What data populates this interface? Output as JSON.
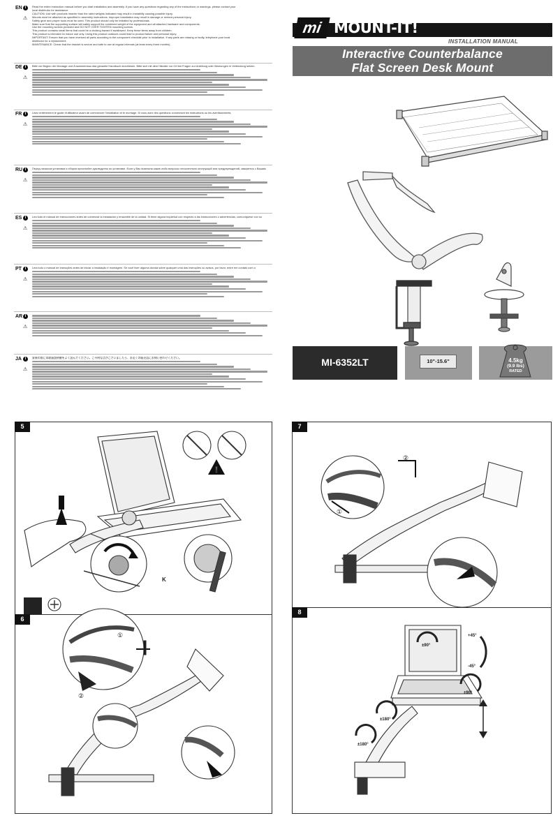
{
  "header": {
    "logo_mark": "mi",
    "brand": "MOUNT-IT!",
    "manual_label": "INSTALLATION MANUAL",
    "title_line1": "Interactive Counterbalance",
    "title_line2": "Flat Screen Desk Mount"
  },
  "product": {
    "model": "MI-6352LT",
    "screen_size": "10\"-15.6\"",
    "weight_kg": "4.5kg",
    "weight_lb": "(9.9 lbs)",
    "weight_rated": "RATED"
  },
  "languages": [
    {
      "code": "EN",
      "lines": [
        "Read the entire instruction manual before you start installation and assembly. If you have any questions regarding any of the instructions or warnings, please contact your",
        "local distributor for assistance.",
        "CAUTION: Use with products heavier than the rated weights indicated may result in instability causing possible injury.",
        "Mounts must be attached as specified in assembly instructions. Improper installation may result in damage or serious personal injury.",
        "Safety gear and proper tools must be used. This product should only be installed by professionals.",
        "Make sure that the supporting surface will safely support the combined weight of the equipment and all attached hardware and components.",
        "Use the mounting screws provided and DO NOT OVER TIGHTEN mounting screws.",
        "This product contains small items that could be a choking hazard if swallowed. Keep these items away from children.",
        "This product is intended for indoor use only. Using this product outdoors could lead to product failure and personal injury.",
        "IMPORTANT: Ensure that you have received all parts according to the component checklist prior to installation. If any parts are missing or faulty, telephone your local",
        "distributor for a replacement.",
        "MAINTENANCE: Check that the bracket is secure and safe to use at regular intervals (at least every three months)."
      ]
    },
    {
      "code": "DE",
      "lines": [
        "Bitte vor Beginn der Montage und Zusammenbau das gesamte Handbuch durchlesen. Bitte sich mit dem Händler vor Ort bei Fragen zur Anleitung oder Warnungen in Verbindung setzen."
      ],
      "fill_lines": 11
    },
    {
      "code": "FR",
      "lines": [
        "Lisez entièrement le guide d'utilisateur avant de commencer l'installation et le montage. Si vous avez des questions concernant les instructions ou les avertissements,"
      ],
      "fill_lines": 12
    },
    {
      "code": "RU",
      "lines": [
        "Перед началом установки и сборки прочитайте руководство по установке. Если у Вас возникли какие-либо вопросы относительно инструкций или предупреждений, свяжитесь с Вашим"
      ],
      "fill_lines": 11
    },
    {
      "code": "ES",
      "lines": [
        "Lea todo el manual de instrucciones antes de comenzar la instalación y ensamble de la unidad. Si tiene alguna inquietud con respecto a las instrucciones o advertencias, comuníquese con su"
      ],
      "fill_lines": 12
    },
    {
      "code": "PT",
      "lines": [
        "Leia todo o manual de instruções antes de iniciar a instalação e montagem. Se você tiver alguma dúvida sobre qualquer uma das instruções ou avisos, por favor, entre em contato com o"
      ],
      "fill_lines": 11
    },
    {
      "code": "AR",
      "lines": [],
      "fill_lines": 9
    },
    {
      "code": "JA",
      "lines": [
        "安装の前に本取扱説明書をよく読んでください。ご不明な点がございましたら、お近くの販売店にお問い合わせください。"
      ],
      "fill_lines": 12
    }
  ],
  "steps": [
    {
      "number": "5",
      "label_k": "K"
    },
    {
      "number": "6",
      "markers": [
        "①",
        "②"
      ]
    },
    {
      "number": "7",
      "markers": [
        "②",
        "①"
      ]
    },
    {
      "number": "8",
      "angles": [
        "±90°",
        "+45°",
        "-45°",
        "±90°",
        "±180°",
        "±180°"
      ]
    }
  ],
  "colors": {
    "panel_border": "#333333",
    "header_bar": "#151515",
    "title_box": "#6d6d6d",
    "warning_fill": "#111111"
  }
}
